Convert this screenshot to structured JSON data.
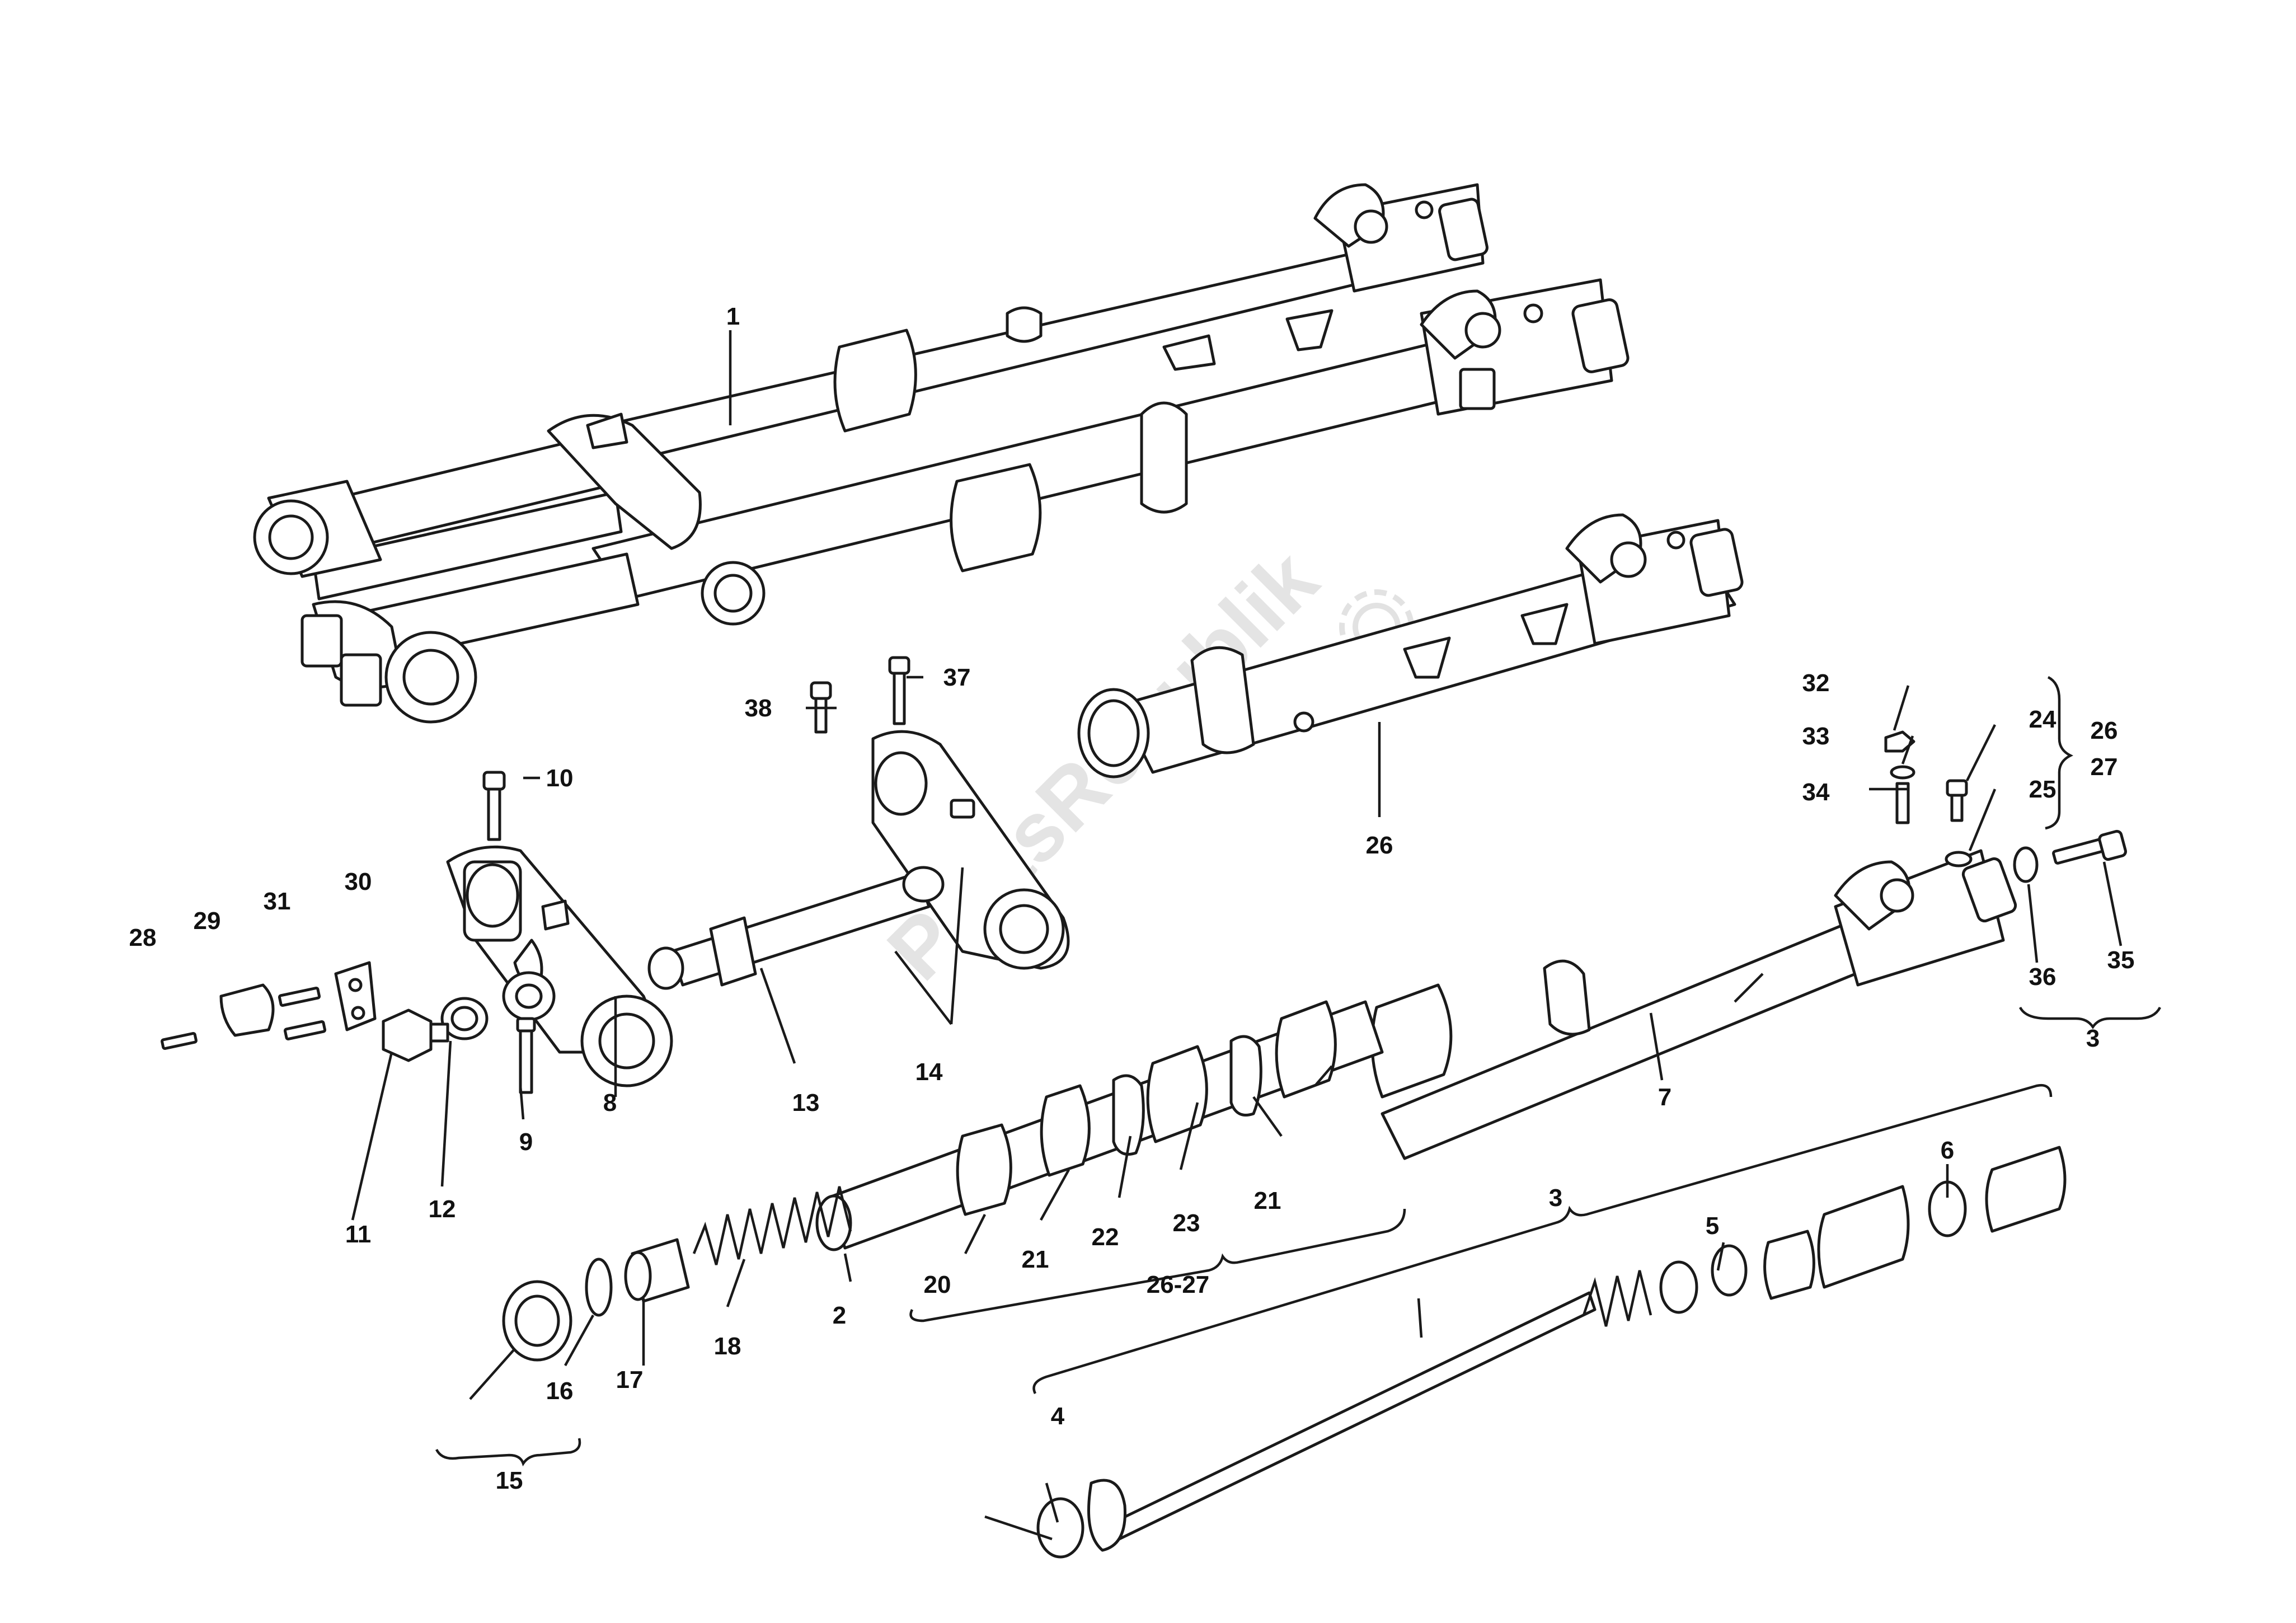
{
  "watermark": {
    "text": "PartsRepublik"
  },
  "callouts": {
    "c1": "1",
    "c2": "2",
    "c3a": "3",
    "c3b": "3",
    "c4": "4",
    "c5": "5",
    "c6": "6",
    "c7": "7",
    "c8": "8",
    "c9": "9",
    "c10": "10",
    "c11": "11",
    "c12": "12",
    "c13": "13",
    "c14": "14",
    "c15": "15",
    "c16": "16",
    "c17": "17",
    "c18": "18",
    "c20": "20",
    "c21a": "21",
    "c21b": "21",
    "c22": "22",
    "c23": "23",
    "c24": "24",
    "c25": "25",
    "c26a": "26",
    "c26b": "26",
    "c26_27": "26-27",
    "c27": "27",
    "c28": "28",
    "c29": "29",
    "c30": "30",
    "c31": "31",
    "c32": "32",
    "c33": "33",
    "c34": "34",
    "c35": "35",
    "c36": "36",
    "c37": "37",
    "c38": "38"
  }
}
